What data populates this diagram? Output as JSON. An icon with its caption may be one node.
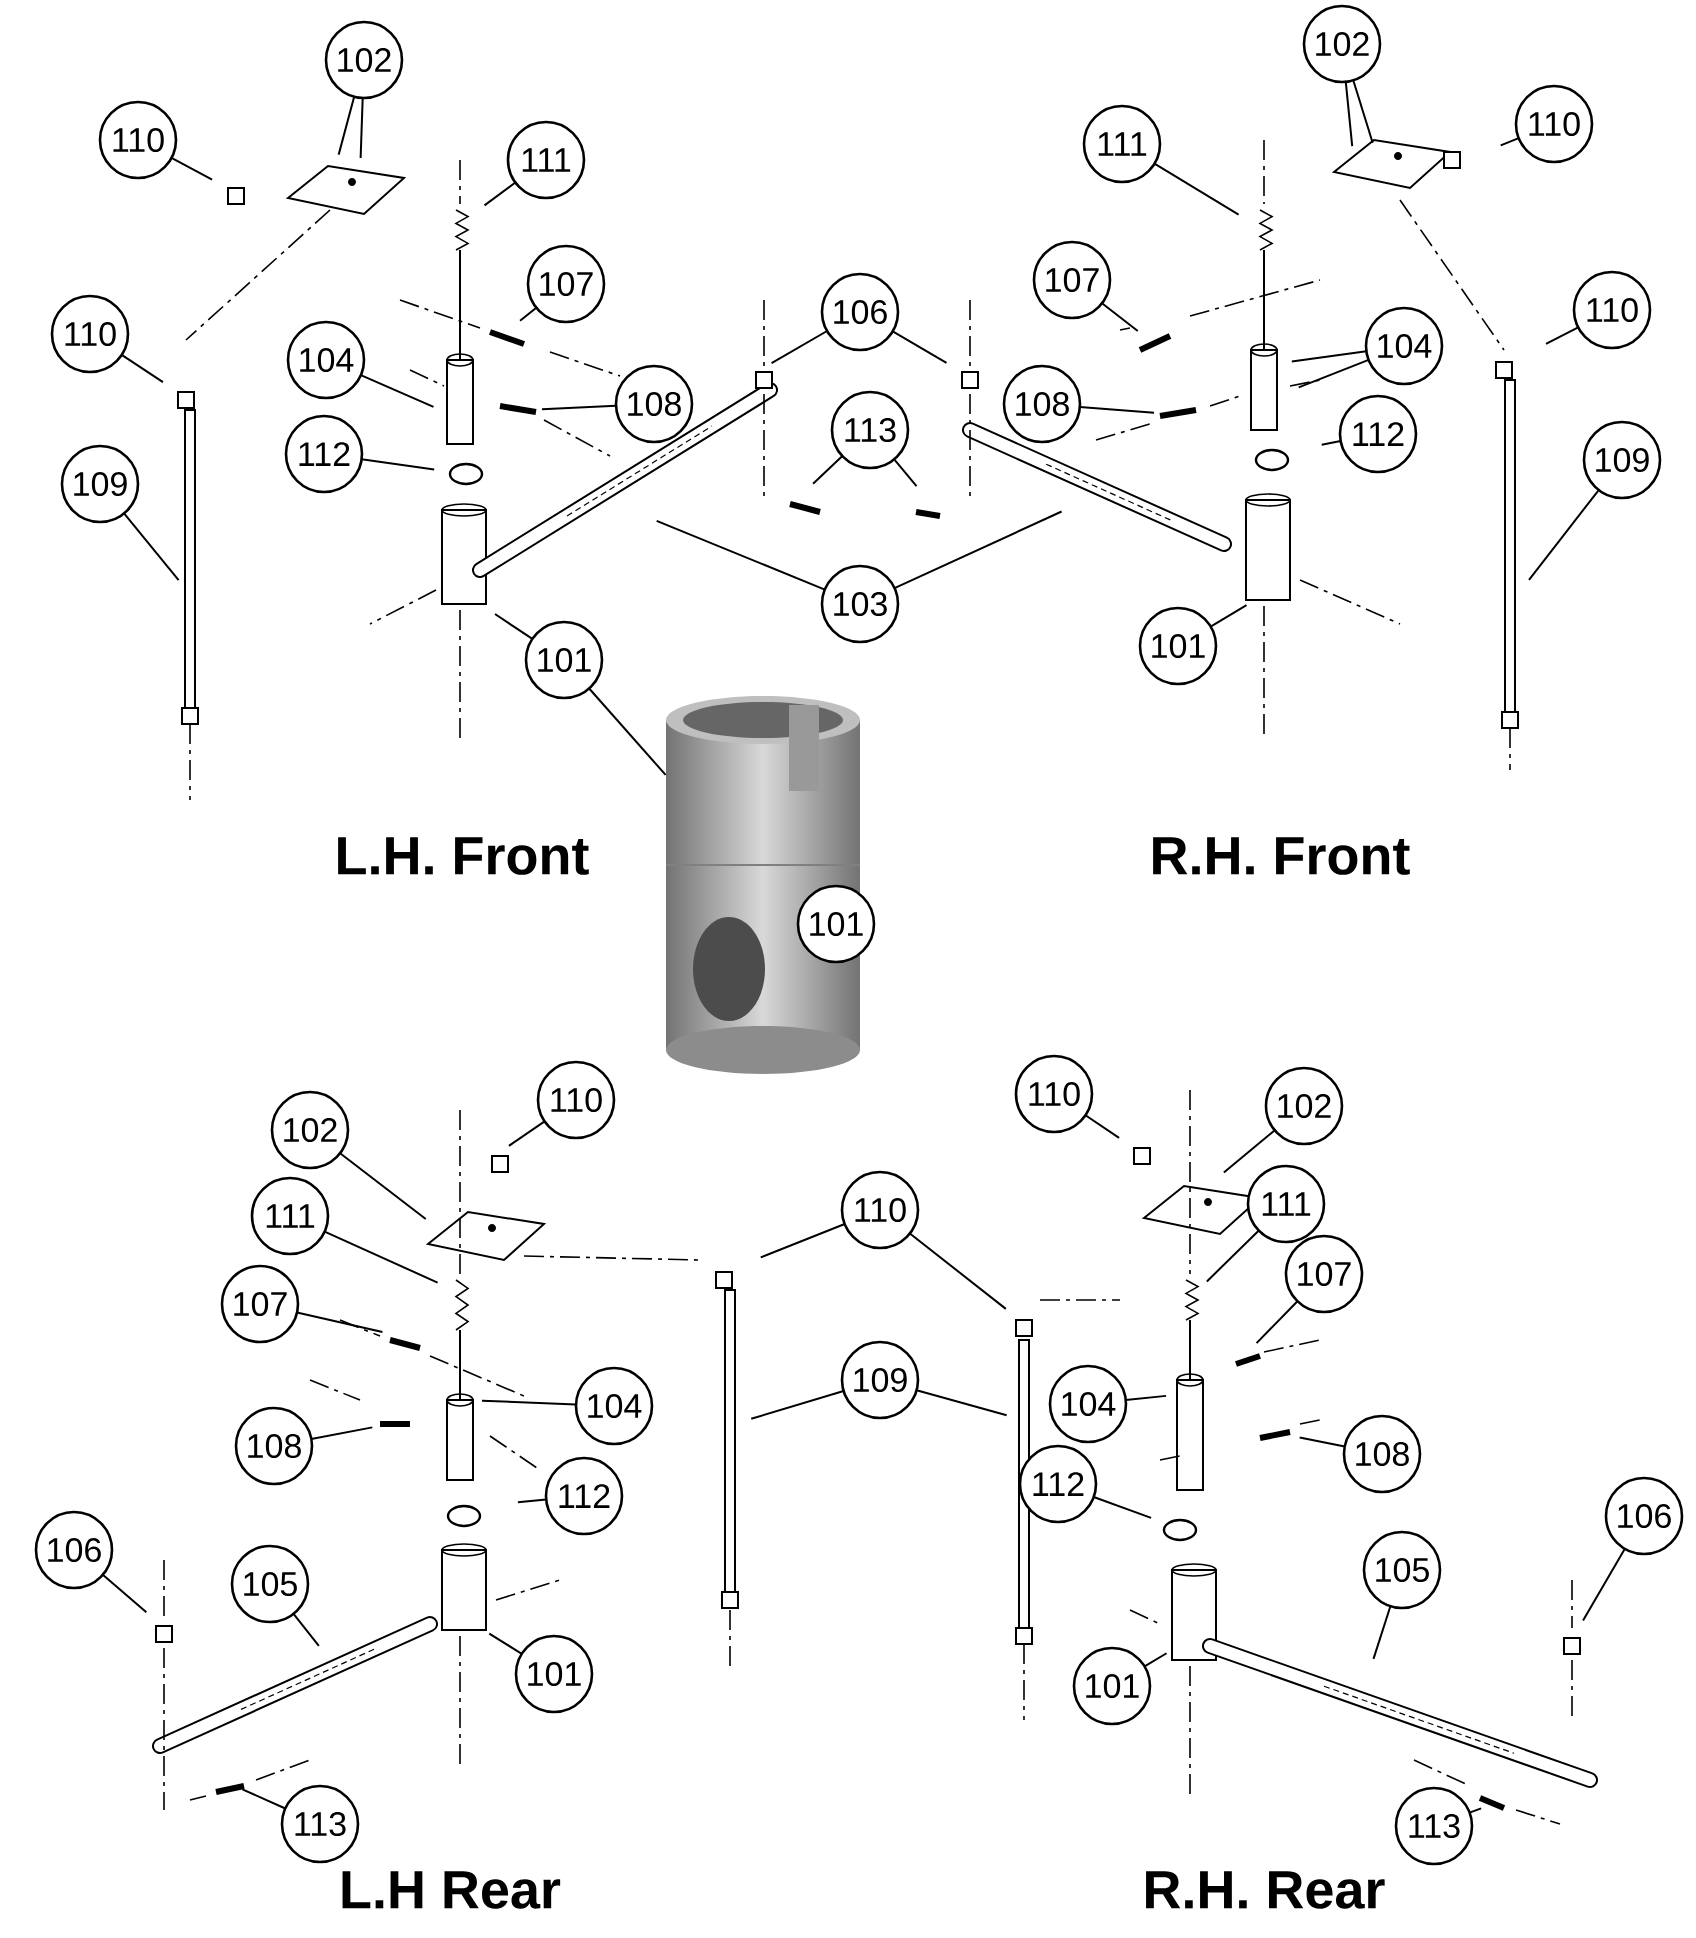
{
  "diagram": {
    "nodes": [
      {
        "text": [
          "110"
        ]
      },
      {
        "text": [
          "102"
        ]
      },
      {
        "text": [
          "111"
        ]
      },
      {
        "text": [
          "107"
        ]
      },
      {
        "text": [
          "110"
        ]
      },
      {
        "text": [
          "104"
        ]
      },
      {
        "text": [
          "108"
        ]
      },
      {
        "text": [
          "112"
        ]
      },
      {
        "text": [
          "109"
        ]
      },
      {
        "text": [
          "101"
        ]
      },
      {
        "text": [
          "106"
        ]
      },
      {
        "text": [
          "113"
        ]
      },
      {
        "text": [
          "103"
        ]
      },
      {
        "text": [
          "102"
        ]
      },
      {
        "text": [
          "110"
        ]
      },
      {
        "text": [
          "111"
        ]
      },
      {
        "text": [
          "107"
        ]
      },
      {
        "text": [
          "110"
        ]
      },
      {
        "text": [
          "104"
        ]
      },
      {
        "text": [
          "108"
        ]
      },
      {
        "text": [
          "112"
        ]
      },
      {
        "text": [
          "109"
        ]
      },
      {
        "text": [
          "101"
        ]
      },
      {
        "text": [],
        "shape": "picture"
      },
      {
        "text": [
          "101"
        ],
        "in": 23
      },
      {
        "text": [
          "102"
        ]
      },
      {
        "text": [
          "110"
        ]
      },
      {
        "text": [
          "111"
        ]
      },
      {
        "text": [
          "107"
        ]
      },
      {
        "text": [
          "104"
        ]
      },
      {
        "text": [
          "108"
        ]
      },
      {
        "text": [
          "112"
        ]
      },
      {
        "text": [
          "106"
        ]
      },
      {
        "text": [
          "105"
        ]
      },
      {
        "text": [
          "101"
        ]
      },
      {
        "text": [
          "113"
        ]
      },
      {
        "text": [
          "110"
        ]
      },
      {
        "text": [
          "109"
        ]
      },
      {
        "text": [
          "110"
        ]
      },
      {
        "text": [
          "102"
        ]
      },
      {
        "text": [
          "111"
        ]
      },
      {
        "text": [
          "107"
        ]
      },
      {
        "text": [
          "104"
        ]
      },
      {
        "text": [
          "108"
        ]
      },
      {
        "text": [
          "112"
        ]
      },
      {
        "text": [
          "106"
        ]
      },
      {
        "text": [
          "105"
        ]
      },
      {
        "text": [
          "101"
        ]
      },
      {
        "text": [
          "113"
        ]
      }
    ],
    "edges": [
      {
        "from": 0,
        "to": null,
        "arrow": "none"
      },
      {
        "from": 1,
        "to": null,
        "arrow": "none"
      },
      {
        "from": 1,
        "to": null,
        "arrow": "none"
      },
      {
        "from": 2,
        "to": null,
        "arrow": "none"
      },
      {
        "from": 3,
        "to": null,
        "arrow": "none"
      },
      {
        "from": 4,
        "to": null,
        "arrow": "none"
      },
      {
        "from": 5,
        "to": null,
        "arrow": "none"
      },
      {
        "from": 6,
        "to": null,
        "arrow": "none"
      },
      {
        "from": 7,
        "to": null,
        "arrow": "none"
      },
      {
        "from": 8,
        "to": null,
        "arrow": "none"
      },
      {
        "from": 9,
        "to": null,
        "arrow": "none"
      },
      {
        "from": 9,
        "to": 23,
        "arrow": "none"
      },
      {
        "from": 10,
        "to": null,
        "arrow": "none"
      },
      {
        "from": 10,
        "to": null,
        "arrow": "none"
      },
      {
        "from": 11,
        "to": null,
        "arrow": "none"
      },
      {
        "from": 11,
        "to": null,
        "arrow": "none"
      },
      {
        "from": 12,
        "to": null,
        "arrow": "none"
      },
      {
        "from": 12,
        "to": null,
        "arrow": "none"
      },
      {
        "from": 13,
        "to": null,
        "arrow": "none"
      },
      {
        "from": 13,
        "to": null,
        "arrow": "none"
      },
      {
        "from": 14,
        "to": null,
        "arrow": "none"
      },
      {
        "from": 15,
        "to": null,
        "arrow": "none"
      },
      {
        "from": 16,
        "to": null,
        "arrow": "none"
      },
      {
        "from": 17,
        "to": null,
        "arrow": "none"
      },
      {
        "from": 18,
        "to": null,
        "arrow": "none"
      },
      {
        "from": 18,
        "to": null,
        "arrow": "none"
      },
      {
        "from": 19,
        "to": null,
        "arrow": "none"
      },
      {
        "from": 20,
        "to": null,
        "arrow": "none"
      },
      {
        "from": 21,
        "to": null,
        "arrow": "none"
      },
      {
        "from": 22,
        "to": null,
        "arrow": "none"
      },
      {
        "from": 25,
        "to": null,
        "arrow": "none"
      },
      {
        "from": 26,
        "to": null,
        "arrow": "none"
      },
      {
        "from": 27,
        "to": null,
        "arrow": "none"
      },
      {
        "from": 28,
        "to": null,
        "arrow": "none"
      },
      {
        "from": 29,
        "to": null,
        "arrow": "none"
      },
      {
        "from": 30,
        "to": null,
        "arrow": "none"
      },
      {
        "from": 31,
        "to": null,
        "arrow": "none"
      },
      {
        "from": 32,
        "to": null,
        "arrow": "none"
      },
      {
        "from": 33,
        "to": null,
        "arrow": "none"
      },
      {
        "from": 34,
        "to": null,
        "arrow": "none"
      },
      {
        "from": 35,
        "to": null,
        "arrow": "none"
      },
      {
        "from": 36,
        "to": null,
        "arrow": "none"
      },
      {
        "from": 36,
        "to": null,
        "arrow": "none"
      },
      {
        "from": 37,
        "to": null,
        "arrow": "none"
      },
      {
        "from": 37,
        "to": null,
        "arrow": "none"
      },
      {
        "from": 38,
        "to": null,
        "arrow": "none"
      },
      {
        "from": 39,
        "to": null,
        "arrow": "none"
      },
      {
        "from": 40,
        "to": null,
        "arrow": "none"
      },
      {
        "from": 41,
        "to": null,
        "arrow": "none"
      },
      {
        "from": 42,
        "to": null,
        "arrow": "none"
      },
      {
        "from": 43,
        "to": null,
        "arrow": "none"
      },
      {
        "from": 44,
        "to": null,
        "arrow": "none"
      },
      {
        "from": 45,
        "to": null,
        "arrow": "none"
      },
      {
        "from": 46,
        "to": null,
        "arrow": "none"
      },
      {
        "from": 47,
        "to": null,
        "arrow": "none"
      },
      {
        "from": 48,
        "to": null,
        "arrow": "none"
      }
    ],
    "labels": [
      "L.H. Front",
      "R.H. Front",
      "L.H Rear",
      "R.H. Rear"
    ]
  }
}
